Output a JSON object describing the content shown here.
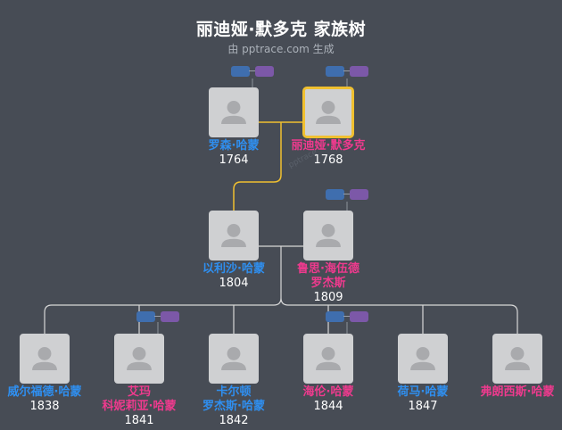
{
  "page": {
    "title": "丽迪娅·默多克 家族树",
    "subtitle": "由 pptrace.com 生成",
    "watermark": "pptrace"
  },
  "colors": {
    "background": "#474c55",
    "male_name": "#2f8ff0",
    "female_name": "#ef3a8e",
    "focus_border": "#f0c030",
    "spouse_line": "#f0c030",
    "child_line": "#d8d8d8"
  },
  "people": {
    "p1": {
      "name": "罗森·哈蒙",
      "year": "1764",
      "gender": "male"
    },
    "p2": {
      "name": "丽迪娅·默多克",
      "year": "1768",
      "gender": "female",
      "focus": true
    },
    "p3": {
      "name": "以利沙·哈蒙",
      "year": "1804",
      "gender": "male"
    },
    "p4": {
      "name": "鲁思·海伍德 罗杰斯",
      "year": "1809",
      "gender": "female"
    },
    "c1": {
      "name": "威尔福德·哈蒙",
      "year": "1838",
      "gender": "male"
    },
    "c2": {
      "name": "艾玛 科妮莉亚·哈蒙",
      "year": "1841",
      "gender": "female"
    },
    "c3": {
      "name": "卡尔顿 罗杰斯·哈蒙",
      "year": "1842",
      "gender": "male"
    },
    "c4": {
      "name": "海伦·哈蒙",
      "year": "1844",
      "gender": "female"
    },
    "c5": {
      "name": "荷马·哈蒙",
      "year": "1847",
      "gender": "male"
    },
    "c6": {
      "name": "弗朗西斯·哈蒙",
      "year": "",
      "gender": "female"
    }
  },
  "icons": {
    "avatar": "person-silhouette-icon",
    "family_link_badges": "parents-link-icon"
  }
}
